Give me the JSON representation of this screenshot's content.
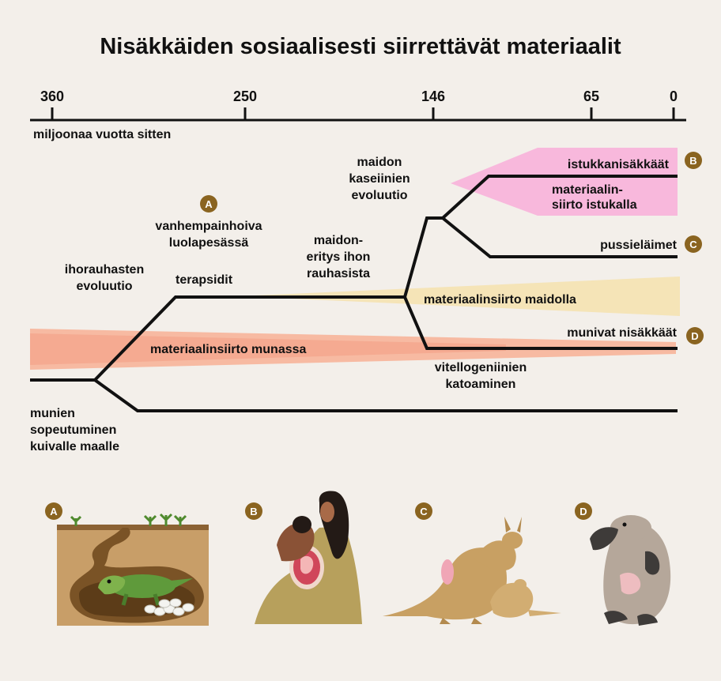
{
  "title": "Nisäkkäiden sosiaalisesti siirrettävät materiaalit",
  "axis": {
    "ticks": [
      "360",
      "250",
      "146",
      "65",
      "0"
    ],
    "unit_label": "miljoonaa vuotta sitten"
  },
  "bands": {
    "egg": "materiaalinsiirto munassa",
    "milk": "materiaalinsiirto maidolla",
    "placenta": [
      "materiaalin-",
      "siirto istukalla"
    ]
  },
  "events": {
    "eggs_dry_land": [
      "munien",
      "sopeutuminen",
      "kuivalle maalle"
    ],
    "skin_glands": [
      "ihorauhasten",
      "evoluutio"
    ],
    "parental_care": [
      "vanhempainhoiva",
      "luolapesässä"
    ],
    "therapsids": "terapsidit",
    "milk_secretion": [
      "maidon-",
      "eritys ihon",
      "rauhasista"
    ],
    "casein": [
      "maidon",
      "kaseiinien",
      "evoluutio"
    ],
    "vitellogenin_loss": [
      "vitellogeniinien",
      "katoaminen"
    ]
  },
  "groups": {
    "placental": "istukkanisäkkäät",
    "marsupials": "pussieläimet",
    "monotremes": "munivat nisäkkäät"
  },
  "badges": [
    "A",
    "B",
    "C",
    "D"
  ],
  "colors": {
    "background": "#f3efea",
    "egg_band": "#f7b49a",
    "milk_band": "#f4e3b4",
    "placenta_band": "#f8b8dc",
    "badge": "#8a6420",
    "branch": "#111111"
  }
}
